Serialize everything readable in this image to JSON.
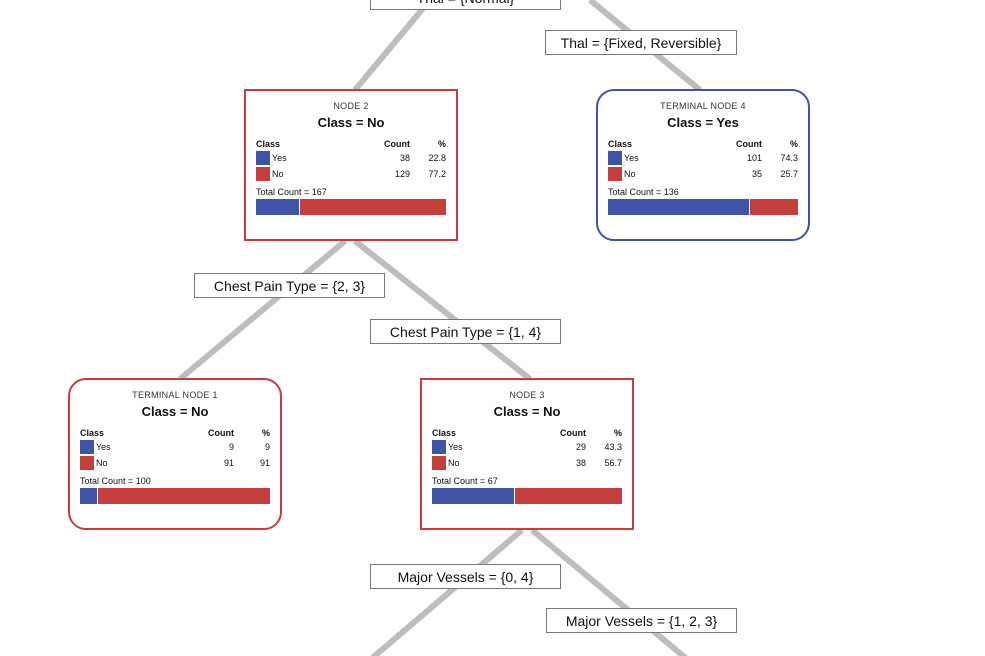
{
  "colors": {
    "yes": "#3f54a5",
    "no": "#c43e3e",
    "edge": "#bdbdbd"
  },
  "splits": [
    {
      "id": "thal-normal",
      "text": "Thal = {Normal}"
    },
    {
      "id": "thal-fixed-reversible",
      "text": "Thal = {Fixed, Reversible}"
    },
    {
      "id": "chest-pain-2-3",
      "text": "Chest Pain Type = {2, 3}"
    },
    {
      "id": "chest-pain-1-4",
      "text": "Chest Pain Type = {1, 4}"
    },
    {
      "id": "major-vessels-0-4",
      "text": "Major Vessels = {0, 4}"
    },
    {
      "id": "major-vessels-1-2-3",
      "text": "Major Vessels = {1, 2, 3}"
    }
  ],
  "table_headers": {
    "class": "Class",
    "count": "Count",
    "pct": "%"
  },
  "nodes": [
    {
      "id": "node-2",
      "title": "NODE 2",
      "class_label": "Class = No",
      "terminal": false,
      "predicted": "no",
      "rows": [
        {
          "label": "Yes",
          "count": "38",
          "pct": "22.8"
        },
        {
          "label": "No",
          "count": "129",
          "pct": "77.2"
        }
      ],
      "total": "Total Count = 167",
      "yes_fraction": 0.228
    },
    {
      "id": "terminal-node-4",
      "title": "TERMINAL NODE 4",
      "class_label": "Class = Yes",
      "terminal": true,
      "predicted": "yes",
      "rows": [
        {
          "label": "Yes",
          "count": "101",
          "pct": "74.3"
        },
        {
          "label": "No",
          "count": "35",
          "pct": "25.7"
        }
      ],
      "total": "Total Count = 136",
      "yes_fraction": 0.743
    },
    {
      "id": "terminal-node-1",
      "title": "TERMINAL NODE 1",
      "class_label": "Class = No",
      "terminal": true,
      "predicted": "no",
      "rows": [
        {
          "label": "Yes",
          "count": "9",
          "pct": "9"
        },
        {
          "label": "No",
          "count": "91",
          "pct": "91"
        }
      ],
      "total": "Total Count = 100",
      "yes_fraction": 0.09
    },
    {
      "id": "node-3",
      "title": "NODE 3",
      "class_label": "Class = No",
      "terminal": false,
      "predicted": "no",
      "rows": [
        {
          "label": "Yes",
          "count": "29",
          "pct": "43.3"
        },
        {
          "label": "No",
          "count": "38",
          "pct": "56.7"
        }
      ],
      "total": "Total Count = 67",
      "yes_fraction": 0.433
    }
  ]
}
